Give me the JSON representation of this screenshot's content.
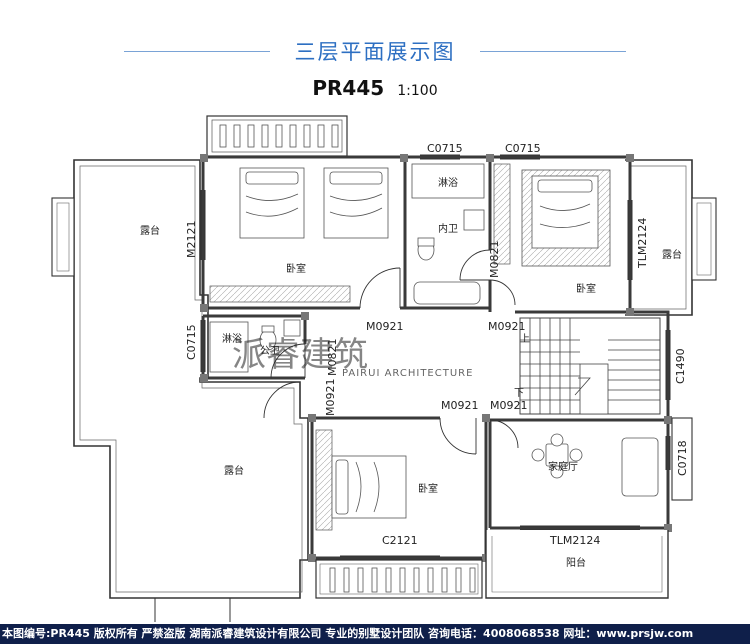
{
  "header": {
    "title": "三层平面展示图",
    "model_code": "PR445",
    "scale": "1:100"
  },
  "plan": {
    "rooms": {
      "terrace_left_upper": "露台",
      "terrace_left_lower": "露台",
      "terrace_right": "露台",
      "bedroom_1": "卧室",
      "bedroom_2": "卧室",
      "bedroom_3": "卧室",
      "shower_1": "淋浴",
      "shower_2": "淋浴",
      "ensuite_bath": "内卫",
      "public_bath": "公卫",
      "family_room": "家庭厅",
      "balcony": "阳台",
      "stair_up": "上",
      "stair_down": "下"
    },
    "labels": {
      "c0715_a": "C0715",
      "c0715_b": "C0715",
      "c0715_left": "C0715",
      "m2121": "M2121",
      "tlm2124_right": "TLM2124",
      "m0821_a": "M0821",
      "m0821_b": "M0821",
      "m0921_a": "M0921",
      "m0921_b": "M0921",
      "m0921_c": "M0921",
      "m0921_d": "M0921",
      "m0921_e": "M0921",
      "c1490": "C1490",
      "c0718": "C0718",
      "c2121": "C2121",
      "tlm2124_bottom": "TLM2124"
    },
    "watermark": {
      "brand": "派睿建筑",
      "sub": "PAIRUI ARCHITECTURE"
    },
    "colors": {
      "wall": "#4a4a4a",
      "wall_fill": "#ffffff",
      "hatch": "#9a9a9a",
      "accent": "#2d6fc2"
    }
  },
  "footer": {
    "text": "本图编号:PR445 版权所有 严禁盗版 湖南派睿建筑设计有限公司 专业的别墅设计团队 咨询电话：4008068538 网址：www.prsjw.com"
  }
}
